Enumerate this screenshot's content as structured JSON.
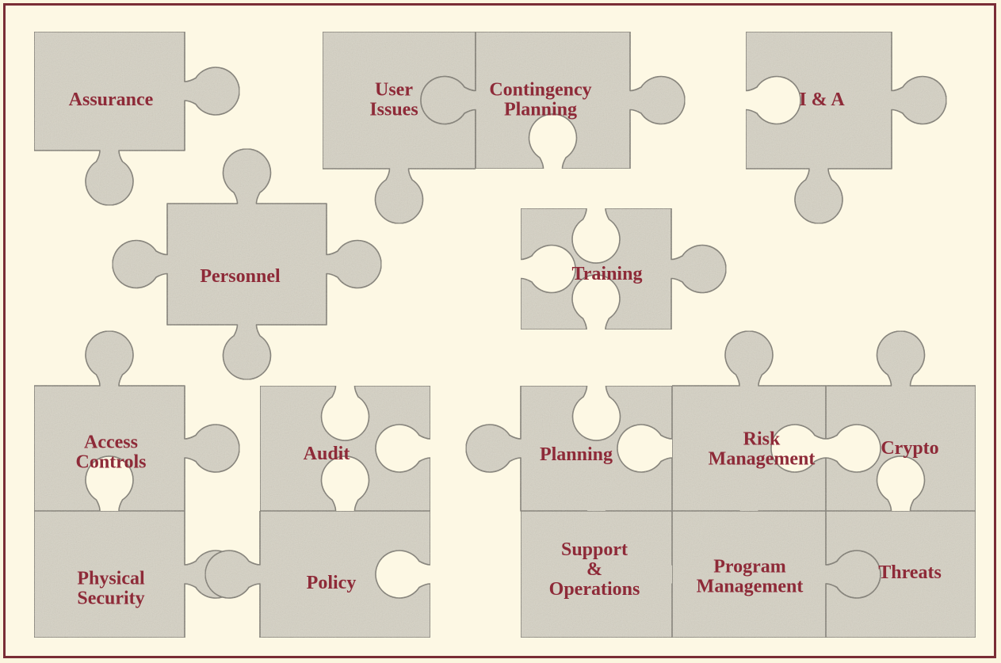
{
  "pieces": [
    {
      "id": "assurance",
      "lines": [
        "Assurance"
      ]
    },
    {
      "id": "user-issues",
      "lines": [
        "User",
        "Issues"
      ]
    },
    {
      "id": "contingency-planning",
      "lines": [
        "Contingency",
        "Planning"
      ]
    },
    {
      "id": "i-and-a",
      "lines": [
        "I & A"
      ]
    },
    {
      "id": "personnel",
      "lines": [
        "Personnel"
      ]
    },
    {
      "id": "training",
      "lines": [
        "Training"
      ]
    },
    {
      "id": "access-controls",
      "lines": [
        "Access",
        "Controls"
      ]
    },
    {
      "id": "physical-security",
      "lines": [
        "Physical",
        "Security"
      ]
    },
    {
      "id": "audit",
      "lines": [
        "Audit"
      ]
    },
    {
      "id": "policy",
      "lines": [
        "Policy"
      ]
    },
    {
      "id": "planning",
      "lines": [
        "Planning"
      ]
    },
    {
      "id": "risk-management",
      "lines": [
        "Risk",
        "Management"
      ]
    },
    {
      "id": "crypto",
      "lines": [
        "Crypto"
      ]
    },
    {
      "id": "support-operations",
      "lines": [
        "Support",
        "&",
        "Operations"
      ]
    },
    {
      "id": "program-management",
      "lines": [
        "Program",
        "Management"
      ]
    },
    {
      "id": "threats",
      "lines": [
        "Threats"
      ]
    }
  ],
  "colors": {
    "frame_border": "#7a2d35",
    "background": "#fdf8e4",
    "piece_fill": "#d6d2c4",
    "piece_stroke": "#7e7a70",
    "label_text": "#8e2a38"
  }
}
